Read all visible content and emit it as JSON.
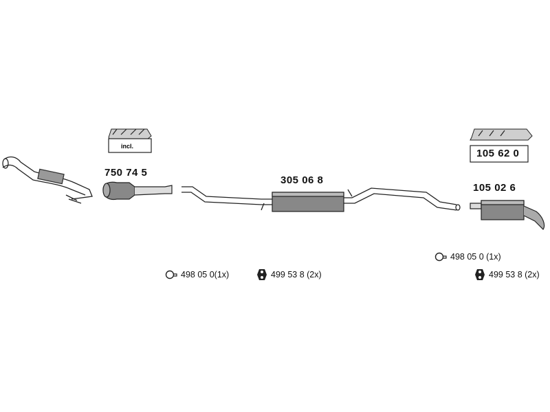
{
  "parts": {
    "catalyst": "750 74 5",
    "middle_pipe": "305 06 8",
    "rear_silencer": "105 02 6",
    "mounting_kit": "105 62 0",
    "incl_label": "incl."
  },
  "accessories": {
    "clamp_middle": "498 05 0(1x)",
    "rubber_middle": "499 53 8 (2x)",
    "clamp_rear": "498 05 0 (1x)",
    "rubber_rear": "499 53 8 (2x)"
  }
}
